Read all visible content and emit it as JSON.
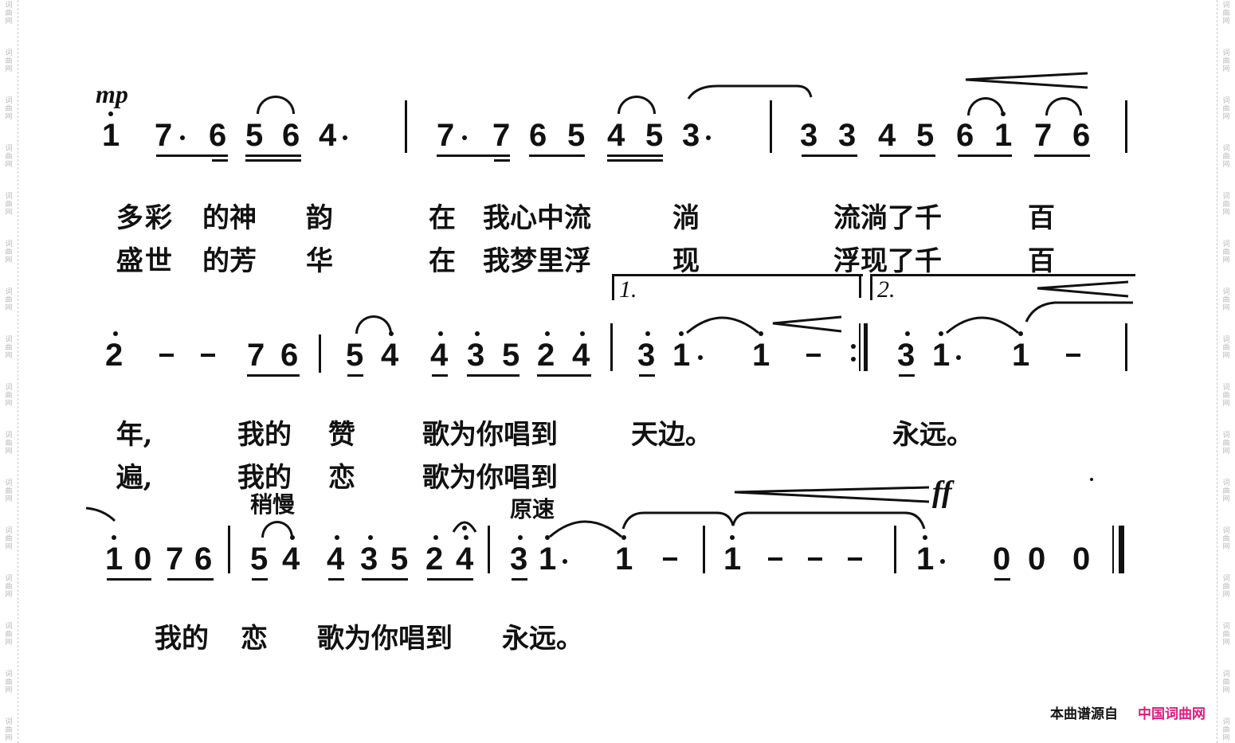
{
  "watermark": {
    "text": [
      "词",
      "曲",
      "网"
    ]
  },
  "footer": {
    "source_label": "本曲谱源自",
    "site_name": "中国词曲网",
    "site_color": "#e0197d"
  },
  "line1": {
    "dynamic": "mp",
    "notes": [
      "i",
      "7",
      "6",
      "5",
      "6",
      "4",
      "7",
      "7",
      "6",
      "5",
      "4",
      "5",
      "3",
      "3",
      "3",
      "4",
      "5",
      "6",
      "i",
      "7",
      "6"
    ],
    "lyrics_v1": [
      "多",
      "彩",
      "的神",
      "韵",
      "在",
      "我心中流",
      "淌",
      "流淌了千",
      "百"
    ],
    "lyrics_v2": [
      "盛",
      "世",
      "的芳",
      "华",
      "在",
      "我梦里浮",
      "现",
      "浮现了千",
      "百"
    ]
  },
  "line2": {
    "notes": [
      "2",
      "-",
      "-",
      "7",
      "6",
      "5",
      "4",
      "4",
      "3",
      "5",
      "2",
      "4",
      "3",
      "i",
      "i",
      "-",
      "3",
      "i",
      "i",
      "-"
    ],
    "volta1": "1.",
    "volta2": "2.",
    "lyrics_v1": [
      "年,",
      "我的",
      "赞",
      "歌为你唱到",
      "天边。",
      "永远。"
    ],
    "lyrics_v2": [
      "遍,",
      "我的",
      "恋",
      "歌为你唱到"
    ]
  },
  "line3": {
    "tempo1": "稍慢",
    "tempo2": "原速",
    "dynamic": "ff",
    "notes": [
      "i",
      "0",
      "7",
      "6",
      "5",
      "4",
      "4",
      "3",
      "5",
      "2",
      "4",
      "3",
      "i",
      "i",
      "-",
      "i",
      "-",
      "-",
      "-",
      "i",
      "0",
      "0",
      "0"
    ],
    "lyrics": [
      "我的",
      "恋",
      "歌为你唱到",
      "永远。"
    ]
  }
}
